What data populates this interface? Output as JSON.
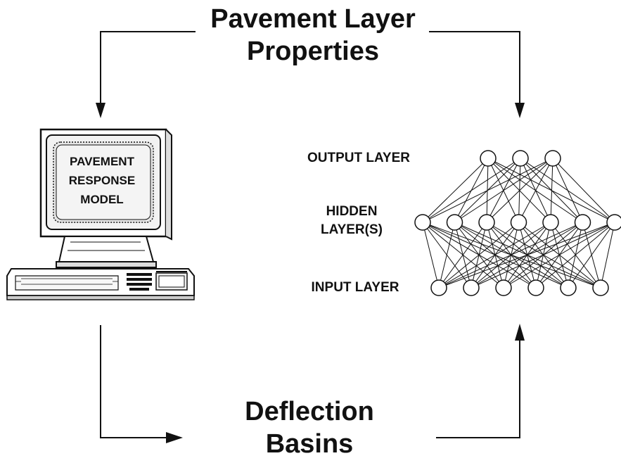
{
  "title_top": {
    "line1": "Pavement Layer",
    "line2": "Properties"
  },
  "title_bottom": {
    "line1": "Deflection",
    "line2": "Basins"
  },
  "computer": {
    "screen_lines": [
      "PAVEMENT",
      "RESPONSE",
      "MODEL"
    ]
  },
  "network": {
    "output_label": "OUTPUT LAYER",
    "hidden_label_line1": "HIDDEN",
    "hidden_label_line2": "LAYER(S)",
    "input_label": "INPUT LAYER",
    "output_nodes": 3,
    "hidden_nodes": 7,
    "input_nodes": 6
  },
  "colors": {
    "ink": "#111111",
    "screen_fill": "#e6e6e6",
    "node_fill": "#ffffff"
  }
}
